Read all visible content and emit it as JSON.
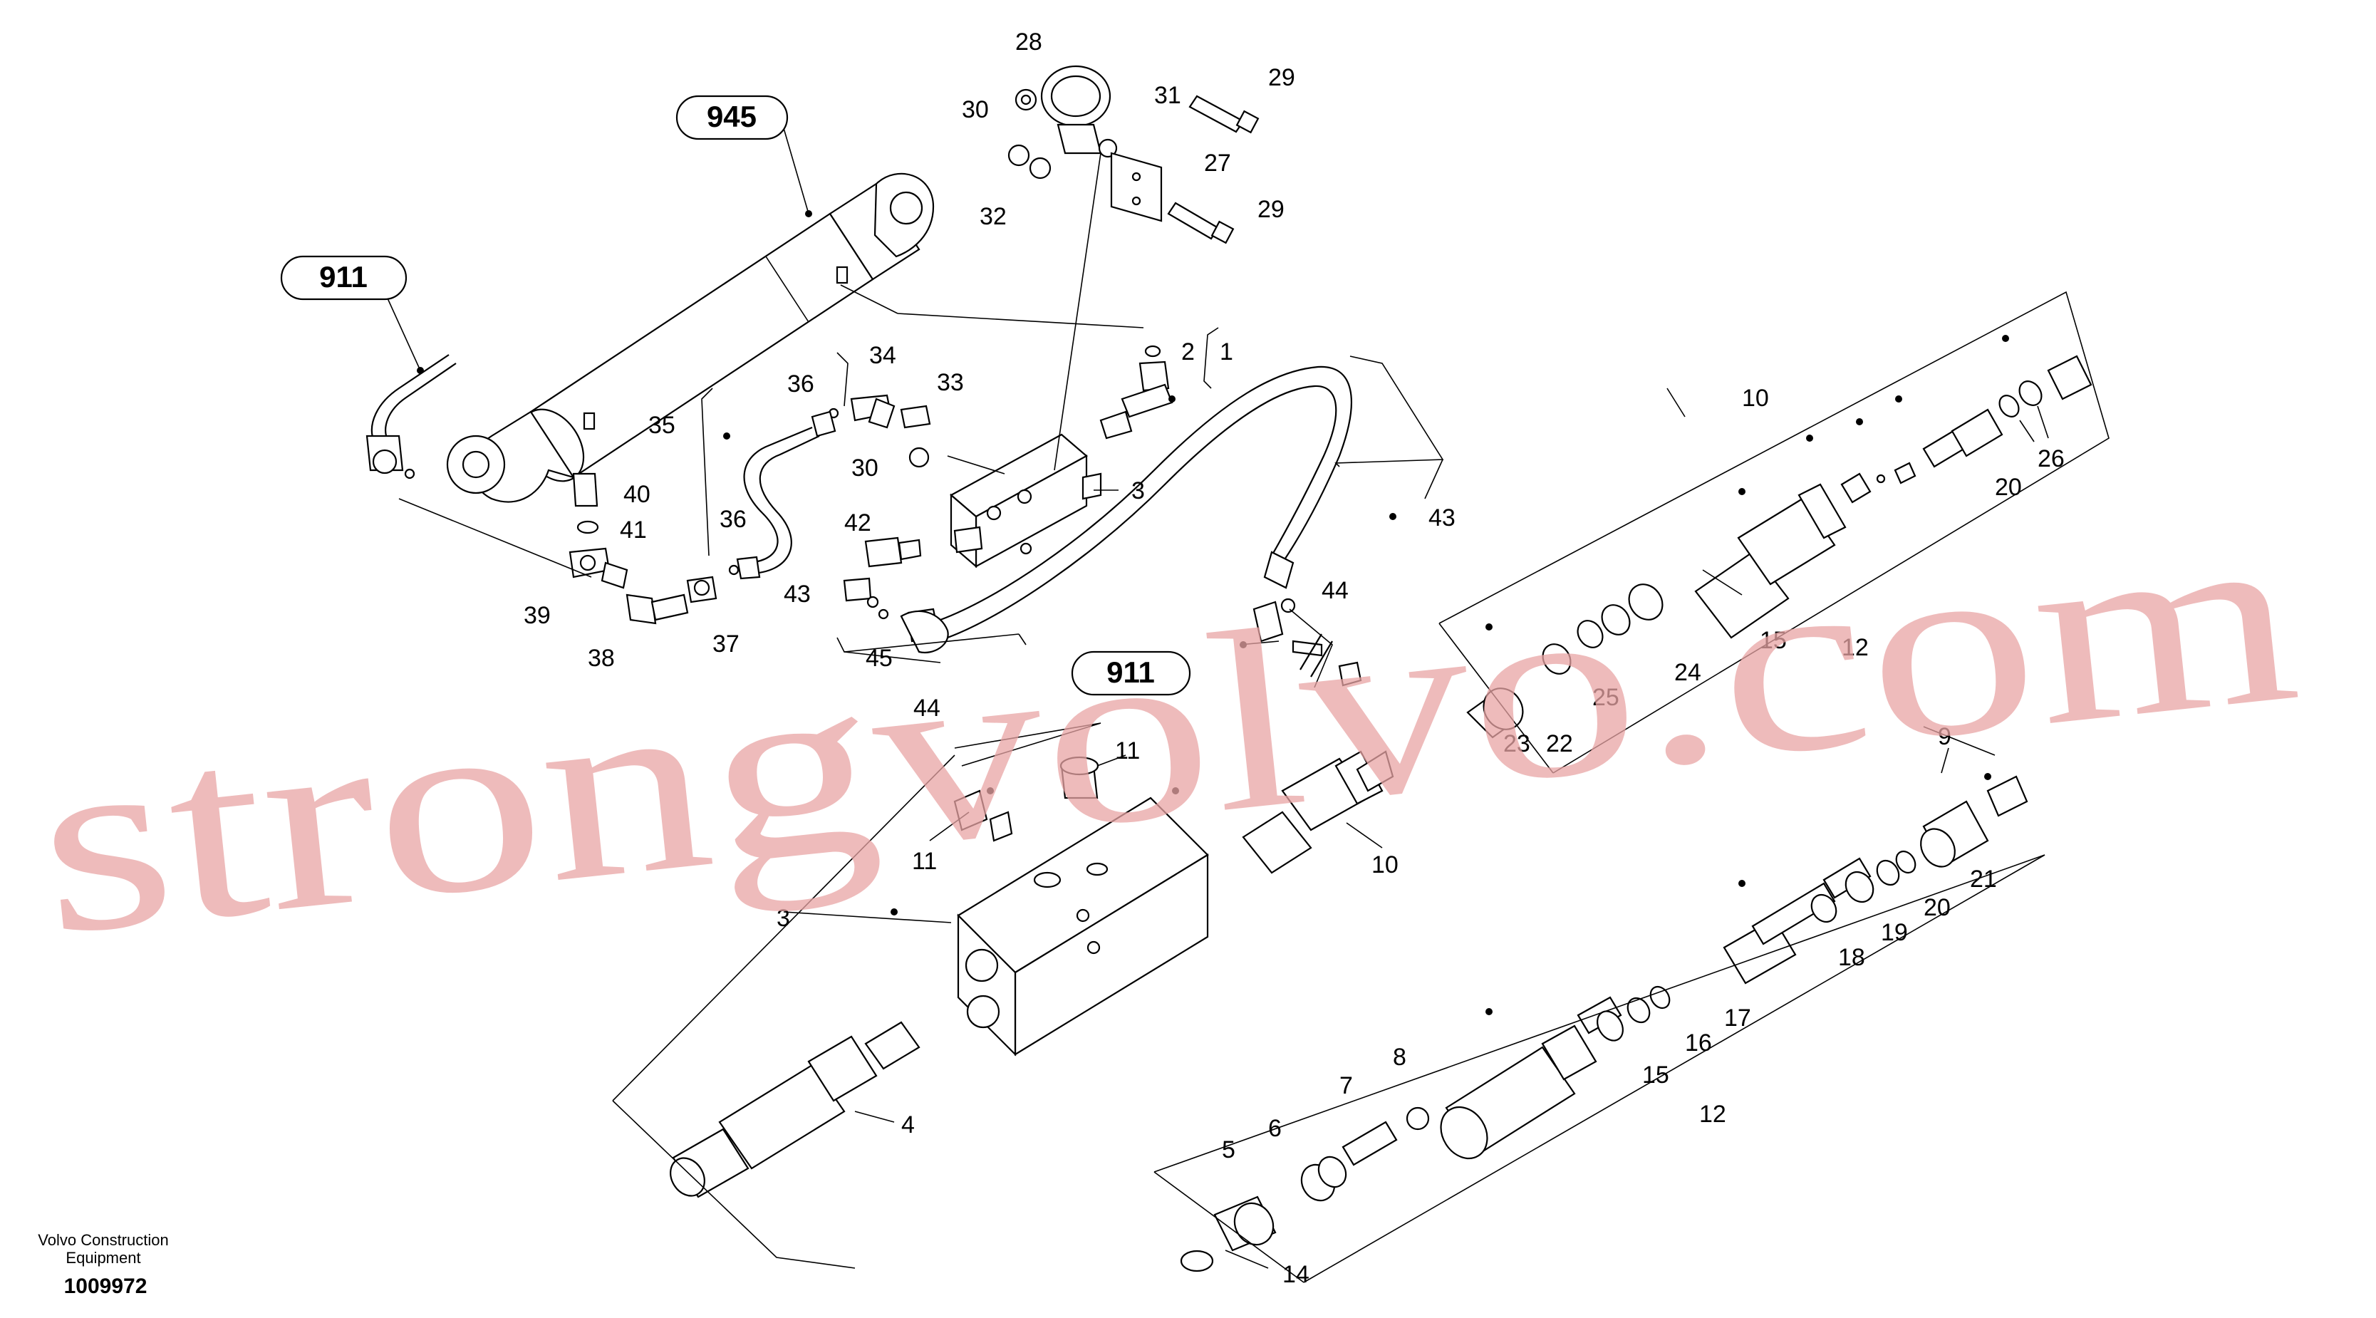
{
  "callouts": {
    "bubble_945": "945",
    "bubble_911_top": "911",
    "bubble_911_mid": "911",
    "n1": "1",
    "n2": "2",
    "n3_top": "3",
    "n3_bottom": "3",
    "n4": "4",
    "n5": "5",
    "n6": "6",
    "n7": "7",
    "n8": "8",
    "n9": "9",
    "n10_top": "10",
    "n10_bottom": "10",
    "n11_a": "11",
    "n11_b": "11",
    "n12_top": "12",
    "n12_bottom": "12",
    "n14": "14",
    "n15_top": "15",
    "n15_bottom": "15",
    "n16": "16",
    "n17": "17",
    "n18": "18",
    "n19": "19",
    "n20_top": "20",
    "n20_bottom": "20",
    "n21": "21",
    "n22": "22",
    "n23": "23",
    "n24": "24",
    "n25": "25",
    "n26": "26",
    "n27": "27",
    "n28": "28",
    "n29_a": "29",
    "n29_b": "29",
    "n30_a": "30",
    "n30_b": "30",
    "n31": "31",
    "n32": "32",
    "n33": "33",
    "n34": "34",
    "n35": "35",
    "n36_a": "36",
    "n36_b": "36",
    "n37": "37",
    "n38": "38",
    "n39": "39",
    "n40": "40",
    "n41": "41",
    "n42": "42",
    "n43_a": "43",
    "n43_b": "43",
    "n44_a": "44",
    "n44_b": "44",
    "n45": "45"
  },
  "watermark": "strongvolvo.com",
  "footer": {
    "company_line1": "Volvo Construction",
    "company_line2": "Equipment",
    "drawing_number": "1009972"
  }
}
